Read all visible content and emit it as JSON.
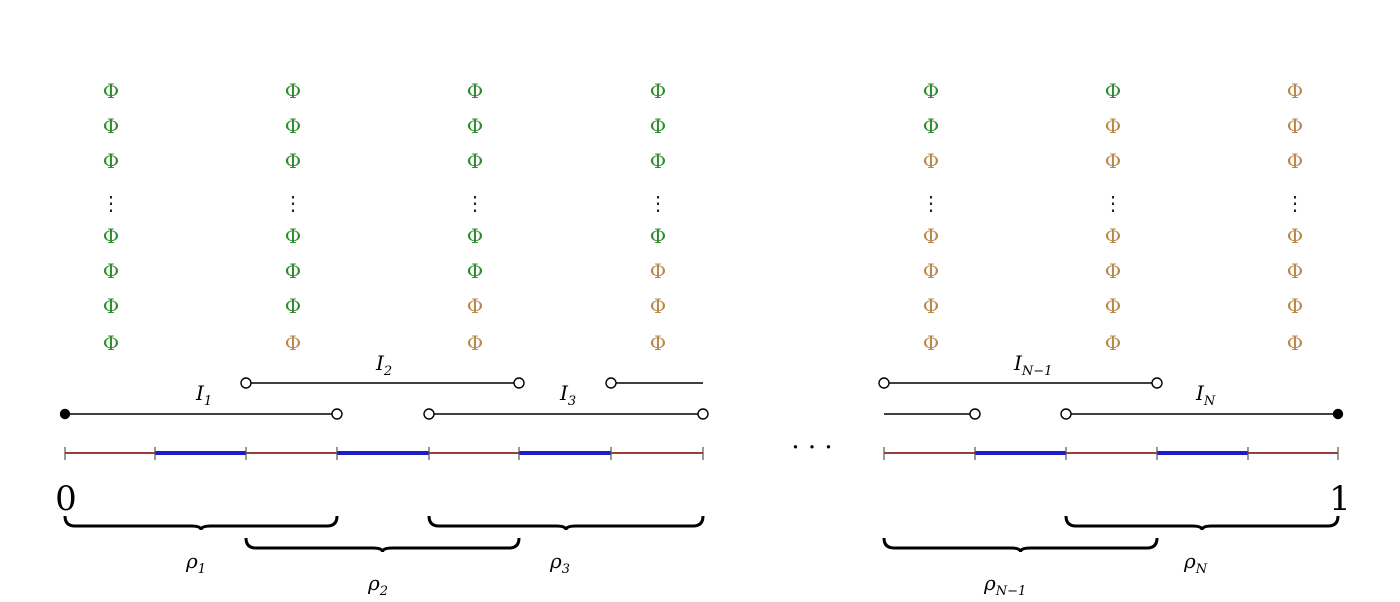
{
  "colors": {
    "green": "#2e8b2e",
    "tan": "#b8884a",
    "axis_red": "#9c3d3d",
    "axis_blue": "#1c1cc8",
    "black": "#000000"
  },
  "symbol": "Φ",
  "ellipsis_vertical": "⋮",
  "ellipsis_horizontal": "· · ·",
  "columns": [
    {
      "pattern": [
        "green",
        "green",
        "green",
        "dots",
        "green",
        "green",
        "green",
        "green"
      ]
    },
    {
      "pattern": [
        "green",
        "green",
        "green",
        "dots",
        "green",
        "green",
        "green",
        "tan"
      ]
    },
    {
      "pattern": [
        "green",
        "green",
        "green",
        "dots",
        "green",
        "green",
        "tan",
        "tan"
      ]
    },
    {
      "pattern": [
        "green",
        "green",
        "green",
        "dots",
        "green",
        "tan",
        "tan",
        "tan"
      ]
    },
    {
      "pattern": [
        "green",
        "green",
        "tan",
        "dots",
        "tan",
        "tan",
        "tan",
        "tan"
      ]
    },
    {
      "pattern": [
        "green",
        "tan",
        "tan",
        "dots",
        "tan",
        "tan",
        "tan",
        "tan"
      ]
    },
    {
      "pattern": [
        "tan",
        "tan",
        "tan",
        "dots",
        "tan",
        "tan",
        "tan",
        "tan"
      ]
    }
  ],
  "axis": {
    "start_label": "0",
    "end_label": "1"
  },
  "intervals": [
    {
      "main": "I",
      "sub": "1"
    },
    {
      "main": "I",
      "sub": "2"
    },
    {
      "main": "I",
      "sub": "3"
    },
    {
      "main": "I",
      "sub": "N−1"
    },
    {
      "main": "I",
      "sub": "N"
    }
  ],
  "rhos": [
    {
      "main": "ρ",
      "sub": "1"
    },
    {
      "main": "ρ",
      "sub": "2"
    },
    {
      "main": "ρ",
      "sub": "3"
    },
    {
      "main": "ρ",
      "sub": "N−1"
    },
    {
      "main": "ρ",
      "sub": "N"
    }
  ]
}
